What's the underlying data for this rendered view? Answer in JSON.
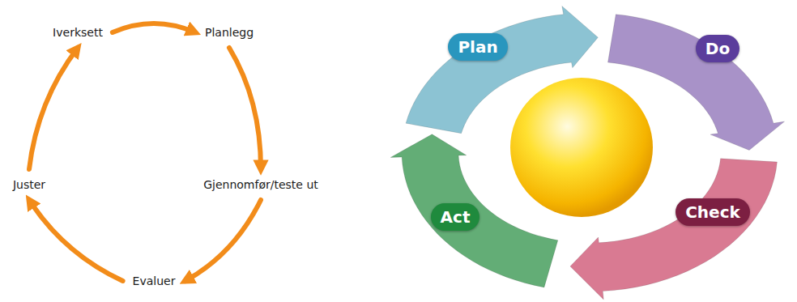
{
  "diagram": {
    "nodes": [
      {
        "text": [
          "Iverksett"
        ]
      },
      {
        "text": [
          "Planlegg"
        ]
      },
      {
        "text": [
          "Gjennomfør/teste ut"
        ]
      },
      {
        "text": [
          "Evaluer"
        ]
      },
      {
        "text": [
          "Juster"
        ]
      },
      {
        "text": [
          "Plan"
        ]
      },
      {
        "text": [
          "Do"
        ]
      },
      {
        "text": [
          "Check"
        ]
      },
      {
        "text": [
          "Act"
        ]
      }
    ],
    "edges": [
      {
        "from": 0,
        "to": 1,
        "arrow": "to"
      },
      {
        "from": 1,
        "to": 2,
        "arrow": "to"
      },
      {
        "from": 2,
        "to": 3,
        "arrow": "to"
      },
      {
        "from": 3,
        "to": 4,
        "arrow": "to"
      },
      {
        "from": 4,
        "to": 0,
        "arrow": "to"
      }
    ]
  }
}
